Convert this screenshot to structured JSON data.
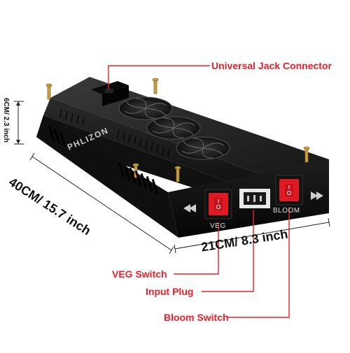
{
  "product": {
    "brand_text": "PHLIZON",
    "veg_label": "VEG",
    "bloom_label": "BLOOM"
  },
  "callouts": {
    "jack_connector": "Universal Jack Connector",
    "veg_switch": "VEG Switch",
    "input_plug": "Input Plug",
    "bloom_switch": "Bloom Switch"
  },
  "dimensions": {
    "height": "6CM/ 2.3 inch",
    "length": "40CM/ 15.7 inch",
    "width": "21CM/ 8.3 inch"
  },
  "colors": {
    "callout_text": "#e8202a",
    "callout_line": "#e8202a",
    "panel_body": "#1b1b1b",
    "switch_red": "#e01a22",
    "screw_gold": "#c9a24a"
  }
}
